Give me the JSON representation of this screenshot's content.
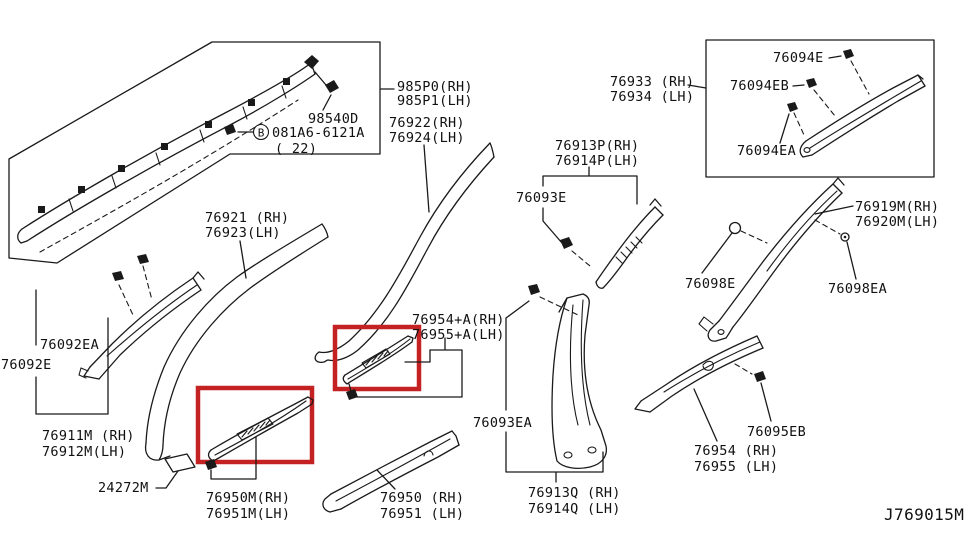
{
  "colors": {
    "line": "#1a1a1a",
    "text": "#111111",
    "highlight": "#c42222",
    "background": "#ffffff"
  },
  "airbag": {
    "grommet": "98540D",
    "bolt_symbol": "B",
    "bolt_part": "081A6-6121A",
    "bolt_qty": "( 22)",
    "module_rh": "985P0(RH)",
    "module_lh": "985P1(LH)"
  },
  "weatherstrip_front": {
    "rh": "76921 (RH)",
    "lh": "76923(LH)"
  },
  "weatherstrip_rear": {
    "rh": "76922(RH)",
    "lh": "76924(LH)"
  },
  "c_pillar_box": {
    "rh": "76933 (RH)",
    "lh": "76934 (LH)",
    "clip_a": "76094E",
    "clip_b": "76094EB",
    "clip_c": "76094EA"
  },
  "b_pillar_upper": {
    "rh": "76913P(RH)",
    "lh": "76914P(LH)",
    "clip": "76093E"
  },
  "c_pillar_lower": {
    "rh": "76919M(RH)",
    "lh": "76920M(LH)",
    "clip_a": "76098E",
    "clip_b": "76098EA"
  },
  "a_pillar": {
    "clip": "76092EA",
    "garnish": "76092E",
    "rh": "76911M (RH)",
    "lh": "76912M(LH)",
    "hook": "24272M"
  },
  "kick_front": {
    "rh": "76950M(RH)",
    "lh": "76951M(LH)"
  },
  "kick_rear": {
    "rh": "76954+A(RH)",
    "lh": "76955+A(LH)"
  },
  "sill_rear": {
    "rh": "76950 (RH)",
    "lh": "76951 (LH)"
  },
  "b_pillar_lower": {
    "rh": "76913Q (RH)",
    "lh": "76914Q (LH)",
    "clip": "76093EA"
  },
  "sill_body": {
    "rh": "76954 (RH)",
    "lh": "76955 (LH)",
    "clip": "76095EB"
  },
  "diagram_code": "J769015M"
}
